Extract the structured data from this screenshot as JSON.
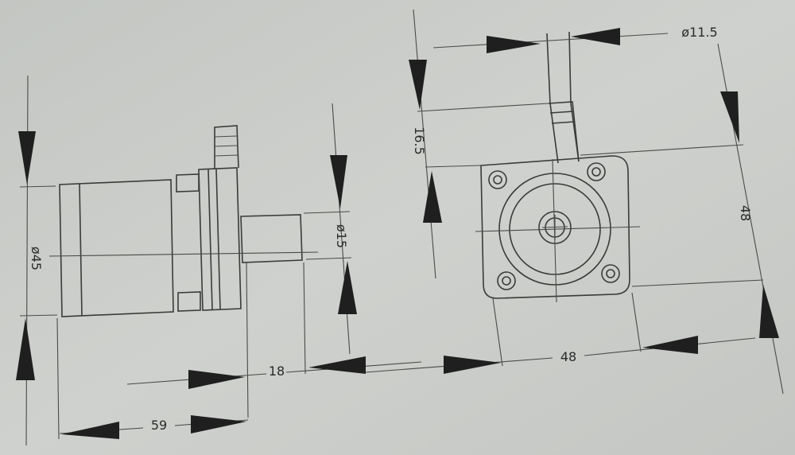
{
  "dimensions": {
    "outlet_diameter": "ø11.5",
    "outlet_height": "16.5",
    "flange_height": "48",
    "body_diameter": "ø45",
    "inlet_diameter": "ø15",
    "inlet_length": "18",
    "flange_width": "48",
    "total_length": "59"
  },
  "colors": {
    "background": "#c8cac7",
    "lines": "#3a3b3a",
    "arrows": "#1e1f1e"
  }
}
